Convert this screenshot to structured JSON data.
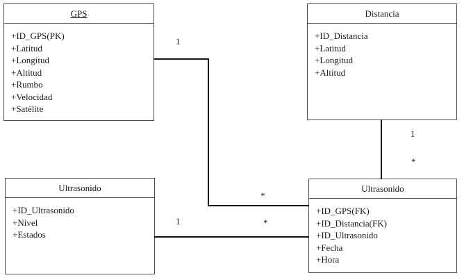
{
  "diagram": {
    "type": "uml-class-diagram",
    "title": "",
    "classes": [
      {
        "id": "gps",
        "name": "GPS",
        "title_underlined": true,
        "attributes": [
          "+ID_GPS(PK)",
          "+Latitud",
          "+Longitud",
          "+Altitud",
          "+Rumbo",
          "+Velocidad",
          "+Satélite"
        ]
      },
      {
        "id": "distancia",
        "name": "Distancia",
        "title_underlined": false,
        "attributes": [
          "+ID_Distancia",
          "+Latitud",
          "+Longitud",
          "+Altitud"
        ]
      },
      {
        "id": "ultrasonido_left",
        "name": "Ultrasonido",
        "title_underlined": false,
        "attributes": [
          "+ID_Ultrasonido",
          "+Nivel",
          "+Estados"
        ]
      },
      {
        "id": "ultrasonido_right",
        "name": "Ultrasonido",
        "title_underlined": false,
        "attributes": [
          "+ID_GPS(FK)",
          "+ID_Distancia(FK)",
          "+ID_Ultrasonido",
          "+Fecha",
          "+Hora"
        ]
      }
    ],
    "associations": [
      {
        "id": "gps-to-ultrasonido",
        "from": "gps",
        "to": "ultrasonido_right",
        "source_multiplicity": "1",
        "target_multiplicity": "*"
      },
      {
        "id": "distancia-to-ultrasonido",
        "from": "distancia",
        "to": "ultrasonido_right",
        "source_multiplicity": "1",
        "target_multiplicity": "*"
      },
      {
        "id": "ultrasonidoleft-to-ultrasonido",
        "from": "ultrasonido_left",
        "to": "ultrasonido_right",
        "source_multiplicity": "1",
        "target_multiplicity": "*"
      }
    ],
    "multiplicity_labels": {
      "gps_one": "1",
      "gps_many": "*",
      "distancia_one": "1",
      "distancia_many": "*",
      "ultraleft_one": "1",
      "ultraleft_many": "*"
    },
    "colors": {
      "box_border": "#4d4d4d",
      "line": "#111111",
      "text": "#1a1a1a",
      "background": "#ffffff"
    }
  }
}
